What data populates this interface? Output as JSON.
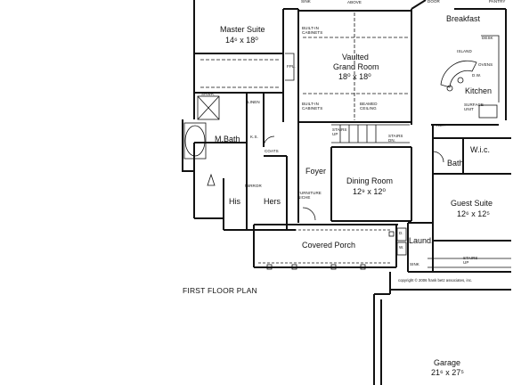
{
  "plan_title": "FIRST FLOOR PLAN",
  "copyright": "copyright © 2006 frank betz associates, inc.",
  "rooms": {
    "master_suite": {
      "name": "Master Suite",
      "dim": "14⁶ x 18⁰"
    },
    "grand_room": {
      "name_line1": "Vaulted",
      "name_line2": "Grand Room",
      "dim": "18⁰ x 18⁰"
    },
    "breakfast": {
      "name": "Breakfast"
    },
    "kitchen": {
      "name": "Kitchen"
    },
    "mbath": {
      "name": "M.Bath"
    },
    "foyer": {
      "name": "Foyer"
    },
    "dining": {
      "name": "Dining Room",
      "dim": "12⁹ x 12⁰"
    },
    "his": {
      "name": "His"
    },
    "hers": {
      "name": "Hers"
    },
    "bath": {
      "name": "Bath"
    },
    "wic": {
      "name": "W.i.c."
    },
    "guest_suite": {
      "name": "Guest Suite",
      "dim": "12⁶ x 12⁵"
    },
    "covered_porch": {
      "name": "Covered Porch"
    },
    "laund": {
      "name": "Laund."
    },
    "garage": {
      "name": "Garage",
      "dim": "21⁶ x 27⁵"
    }
  },
  "notes": {
    "sink_top": "SINK",
    "above": "ABOVE",
    "door": "DOOR",
    "pantry": "PANTRY",
    "desk": "DESK",
    "island": "ISLAND",
    "ovens": "OVENS",
    "dw": "D.W.",
    "surface_unit": "SURFACE\nUNIT",
    "ref": "REF.",
    "built_in_cabinets_1": "BUILT-IN\nCABINETS",
    "built_in_cabinets_2": "BUILT-IN\nCABINETS",
    "fpl": "FPL.",
    "beamed_ceiling": "BEAMED\nCEILING",
    "shwr": "SHWR.",
    "linen": "LINEN",
    "ks": "K.S.",
    "coats": "COATS",
    "mirror": "MIRROR",
    "furniture_niche": "FURNITURE\nNICHE",
    "stairs_up_1": "STAIRS\nUP",
    "stairs_dn": "STAIRS\nDN.",
    "stairs_up_2": "STAIRS\nUP",
    "d": "D.",
    "w": "W.",
    "sink_bottom": "SINK"
  }
}
